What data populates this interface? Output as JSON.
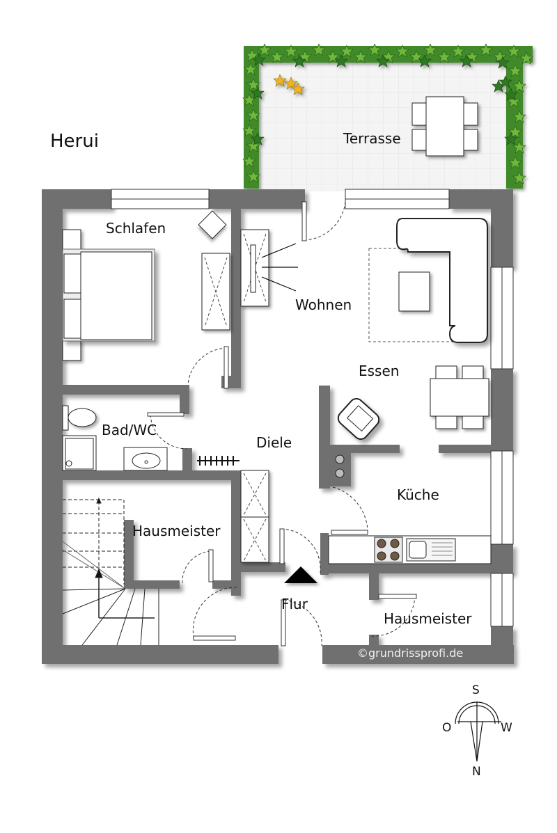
{
  "title": "Herui",
  "colors": {
    "wall": "#6f6f6f",
    "wall_shadow": "#cfcfcf",
    "floor": "#ffffff",
    "terrace_floor": "#f3f3f3",
    "hedge_dark": "#2f6e1f",
    "hedge_light": "#7dbb3a",
    "flower": "#f2b41c",
    "text": "#111111",
    "copyright_text": "#f2f2f2"
  },
  "rooms": [
    {
      "id": "terrasse",
      "label": "Terrasse"
    },
    {
      "id": "schlafen",
      "label": "Schlafen"
    },
    {
      "id": "wohnen",
      "label": "Wohnen"
    },
    {
      "id": "essen",
      "label": "Essen"
    },
    {
      "id": "bad_wc",
      "label": "Bad/WC"
    },
    {
      "id": "diele",
      "label": "Diele"
    },
    {
      "id": "kueche",
      "label": "Küche"
    },
    {
      "id": "hausmeister_1",
      "label": "Hausmeister"
    },
    {
      "id": "hausmeister_2",
      "label": "Hausmeister"
    },
    {
      "id": "flur",
      "label": "Flur"
    }
  ],
  "copyright": "©grundrissprofi.de",
  "compass": {
    "top": "S",
    "left": "O",
    "right": "W",
    "bottom": "N"
  },
  "entrance_marker": "triangle-up"
}
